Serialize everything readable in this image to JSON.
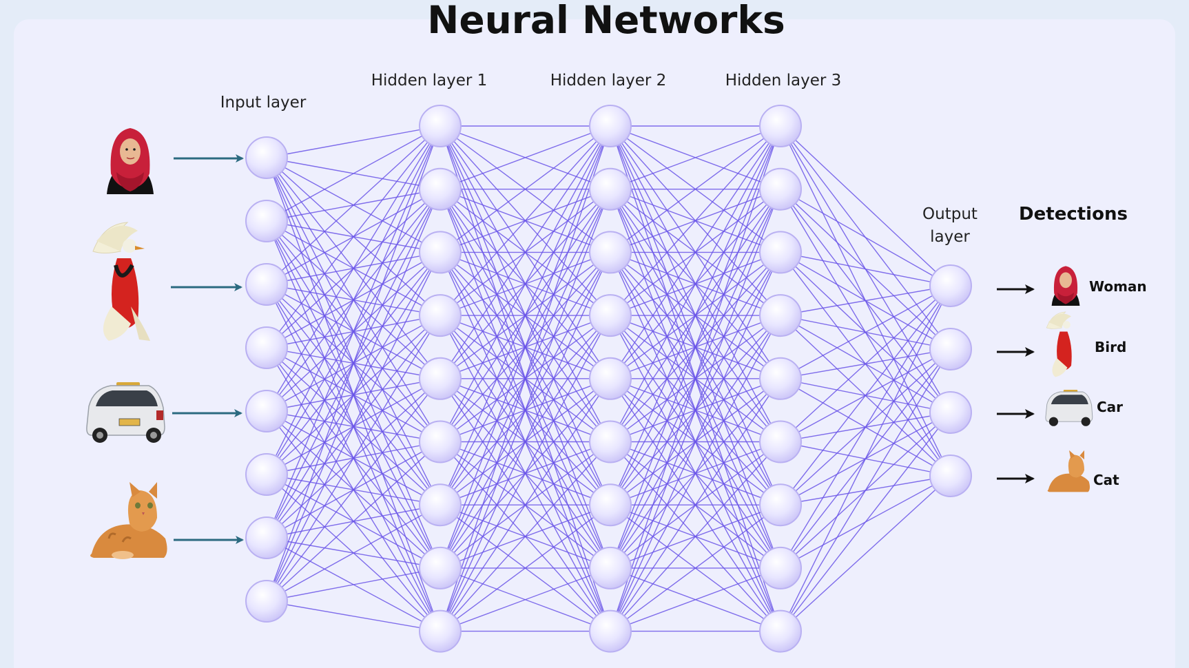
{
  "title": "Neural Networks",
  "layers": [
    {
      "label": "Input layer",
      "nodes": 8
    },
    {
      "label": "Hidden layer 1",
      "nodes": 9
    },
    {
      "label": "Hidden layer 2",
      "nodes": 9
    },
    {
      "label": "Hidden layer 3",
      "nodes": 9
    },
    {
      "label_lines": [
        "Output",
        "layer"
      ],
      "nodes": 4
    }
  ],
  "inputs": [
    {
      "name": "woman",
      "icon": "woman-icon"
    },
    {
      "name": "bird",
      "icon": "bird-icon"
    },
    {
      "name": "car",
      "icon": "car-icon"
    },
    {
      "name": "cat",
      "icon": "cat-icon"
    }
  ],
  "detections": {
    "title": "Detections",
    "items": [
      {
        "label": "Woman",
        "icon": "woman-icon"
      },
      {
        "label": "Bird",
        "icon": "bird-icon"
      },
      {
        "label": "Car",
        "icon": "car-icon"
      },
      {
        "label": "Cat",
        "icon": "cat-icon"
      }
    ]
  },
  "colors": {
    "edge": "#6a55e8",
    "node_fill": "#e6e4ff",
    "node_stroke": "#b9b0f2",
    "input_arrow": "#2b6a80",
    "output_arrow": "#111111",
    "panel": "#eeeffd"
  }
}
